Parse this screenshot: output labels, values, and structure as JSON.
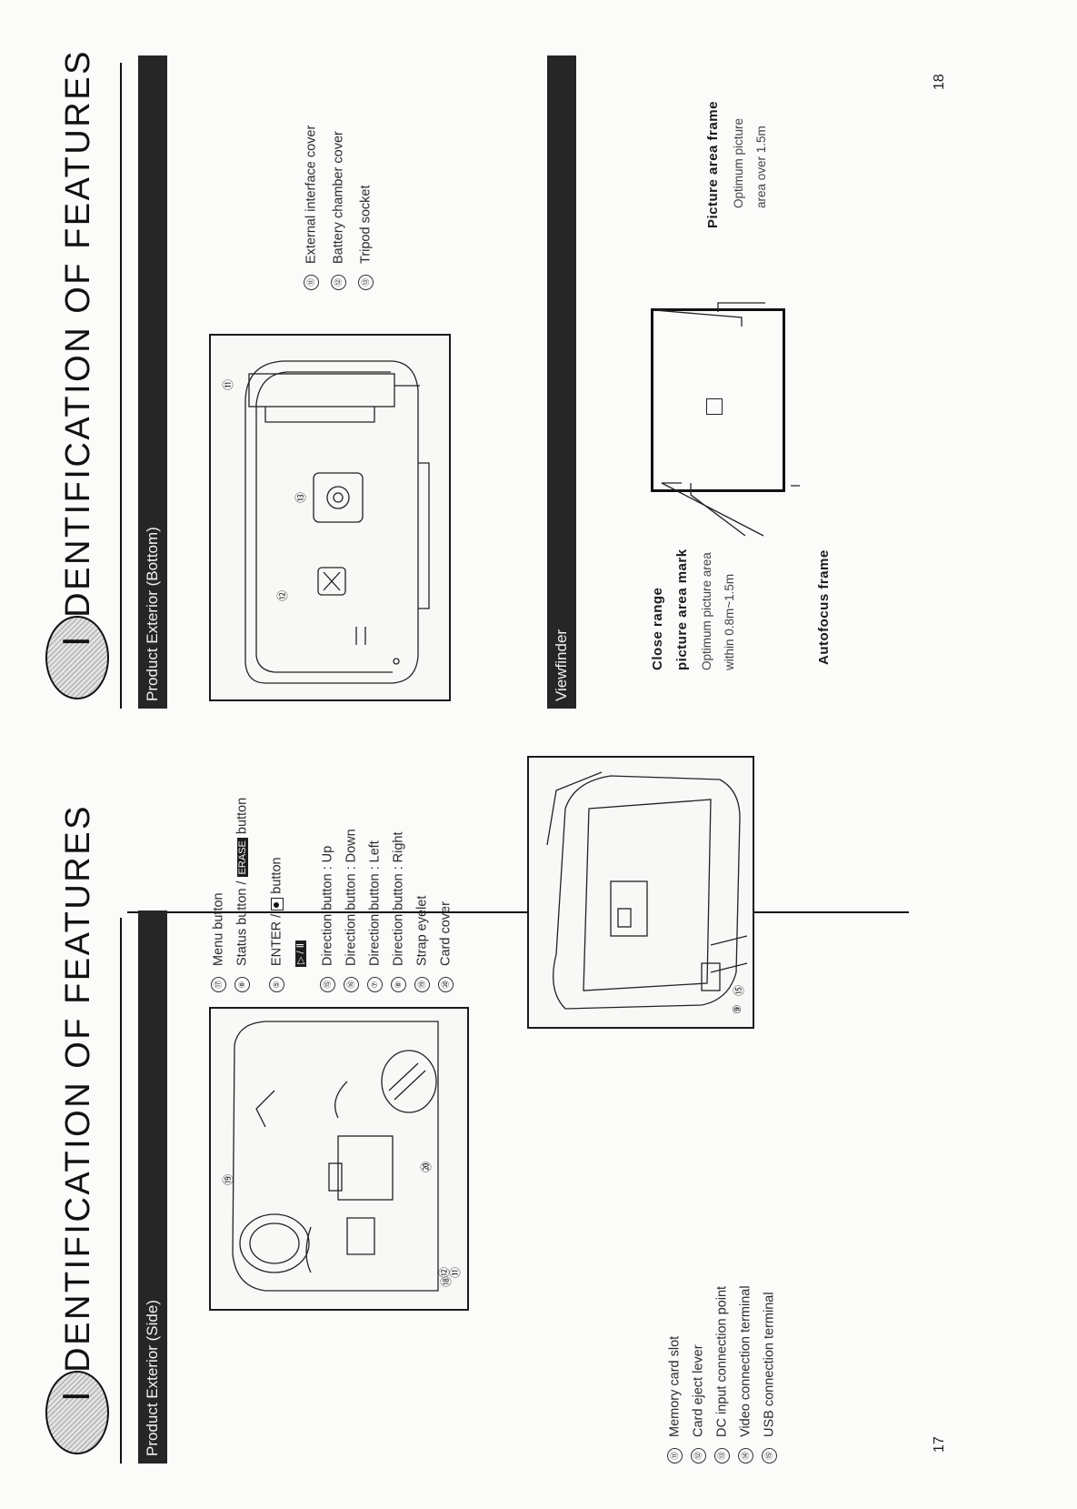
{
  "left_page": {
    "title_initial": "I",
    "title_rest": "DENTIFICATION OF FEATURES",
    "section_bar": "Product Exterior (Side)",
    "callouts_in_figure": [
      "⑲",
      "⑳",
      "⑱",
      "⑪",
      "⑫"
    ],
    "items_upper": [
      {
        "num": "⑰",
        "text": "Menu button"
      },
      {
        "num": "⑧",
        "text": "Status button /",
        "badge": "ERASE",
        "suffix": "button"
      },
      {
        "num": "⑤",
        "text": "ENTER /",
        "suffix": "button",
        "subline": "▷ / Ⅱ"
      },
      {
        "num": "⑮",
        "text": "Direction button : Up"
      },
      {
        "num": "⑯",
        "text": "Direction button : Down"
      },
      {
        "num": "⑦",
        "text": "Direction button : Left"
      },
      {
        "num": "⑧",
        "text": "Direction button : Right"
      },
      {
        "num": "⑲",
        "text": "Strap eyelet"
      },
      {
        "num": "⑳",
        "text": "Card cover"
      }
    ],
    "items_lower": [
      {
        "num": "⑪",
        "text": "Memory card slot"
      },
      {
        "num": "⑫",
        "text": "Card eject lever"
      },
      {
        "num": "⑬",
        "text": "DC input connection point"
      },
      {
        "num": "⑭",
        "text": "Video connection terminal"
      },
      {
        "num": "⑮",
        "text": "USB connection terminal"
      }
    ],
    "callouts_figure2": [
      "⑨",
      "⑮"
    ],
    "page_number": "17"
  },
  "right_page": {
    "title_initial": "I",
    "title_rest": "DENTIFICATION OF FEATURES",
    "section_bar": "Product Exterior   (Bottom)",
    "callouts_in_figure": [
      "⑪",
      "⑫",
      "⑬"
    ],
    "items": [
      {
        "num": "⑪",
        "text": "External interface cover"
      },
      {
        "num": "⑫",
        "text": "Battery chamber cover"
      },
      {
        "num": "⑬",
        "text": "Tripod socket"
      }
    ],
    "viewfinder_bar": "Viewfinder",
    "close_range": {
      "title1": "Close range",
      "title2": "picture area mark",
      "desc1": "Optimum picture area",
      "desc2": "within 0.8m~1.5m"
    },
    "picture_area": {
      "title": "Picture area frame",
      "desc1": "Optimum picture",
      "desc2": "area over 1.5m"
    },
    "autofocus": "Autofocus frame",
    "page_number": "18"
  }
}
